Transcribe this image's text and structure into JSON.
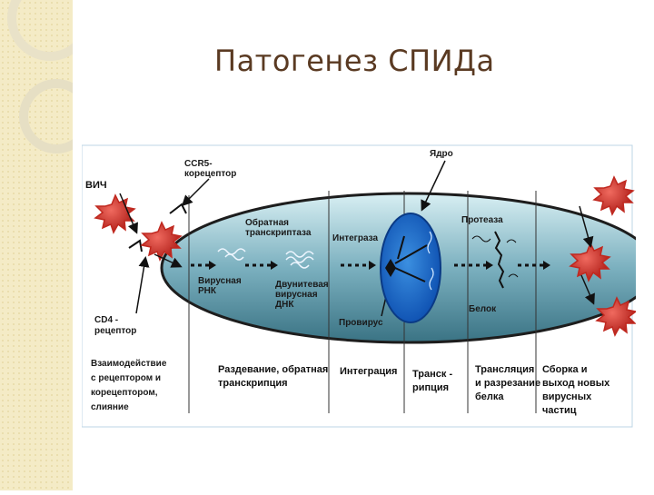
{
  "slide": {
    "title": "Патогенез СПИДа"
  },
  "diagram": {
    "labels": {
      "hiv": "ВИЧ",
      "ccr5": [
        "CCR5-",
        "корецептор"
      ],
      "nucleus": "Ядро",
      "rt": [
        "Обратная",
        "транскриптаза"
      ],
      "integrase": "Интеграза",
      "protease": "Протеаза",
      "viral_rna": [
        "Вирусная",
        "РНК"
      ],
      "dsdna": [
        "Двунитевая",
        "вирусная",
        "ДНК"
      ],
      "provirus": "Провирус",
      "protein": "Белок",
      "cd4": [
        "CD4 -",
        "рецептор"
      ]
    },
    "stages": {
      "s1": [
        "Взаимодействие",
        "с рецептором и",
        "корецептором,",
        "слияние"
      ],
      "s2": [
        "Раздевание, обратная",
        "транскрипция"
      ],
      "s3": [
        "Интеграция"
      ],
      "s4": [
        "Транск -",
        "рипция"
      ],
      "s5": [
        "Трансляция",
        "и разрезание",
        "белка"
      ],
      "s6": [
        "Сборка и",
        "выход новых",
        "вирусных",
        "частиц"
      ]
    }
  }
}
